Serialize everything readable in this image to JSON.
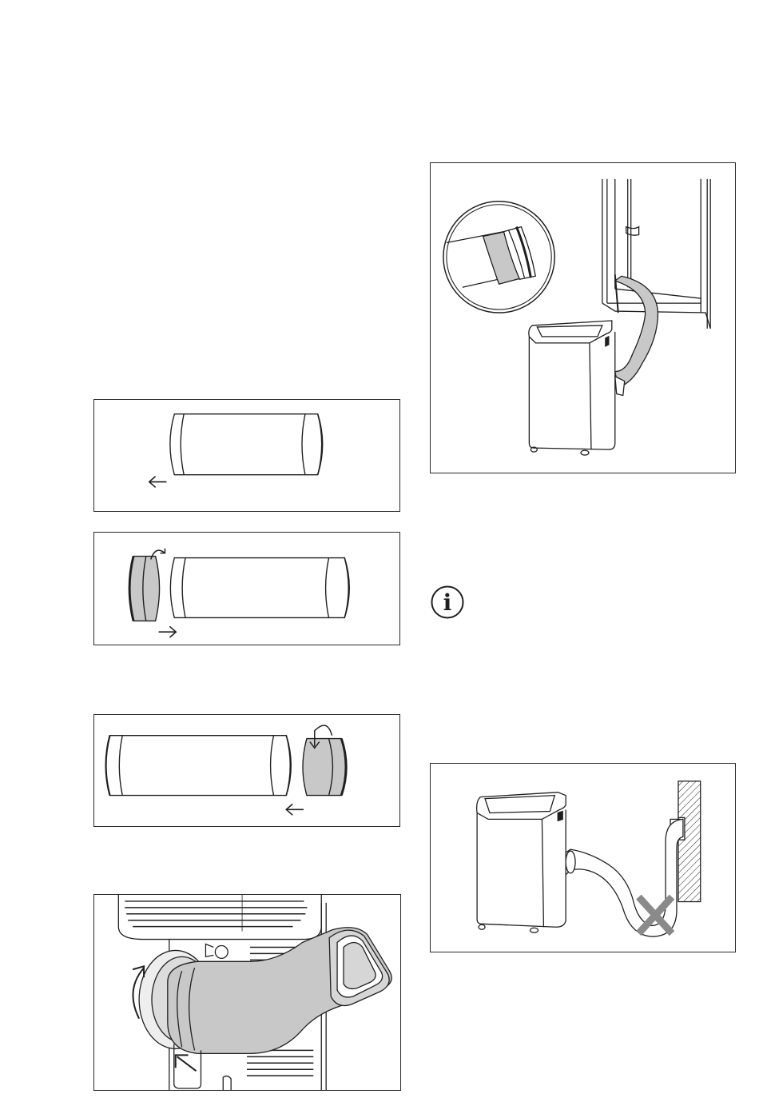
{
  "figures": [
    {
      "id": "hose-extend",
      "icon": "arrow-left-icon"
    },
    {
      "id": "adapter-left",
      "icon": "arrow-right-icon"
    },
    {
      "id": "adapter-right",
      "icon": "arrow-left-icon"
    },
    {
      "id": "hose-attach",
      "icon": "rotate-arrow-icon"
    },
    {
      "id": "window-kit",
      "icon": "magnifier-inset"
    },
    {
      "id": "wrong-hose",
      "icon": "cross-icon"
    }
  ],
  "info_icon": {
    "name": "info-icon",
    "glyph": "i"
  },
  "colors": {
    "line": "#1f1f1f",
    "fill_grey": "#c8c8c8",
    "cross": "#8a8a8a",
    "frame": "#2a2a2a"
  }
}
